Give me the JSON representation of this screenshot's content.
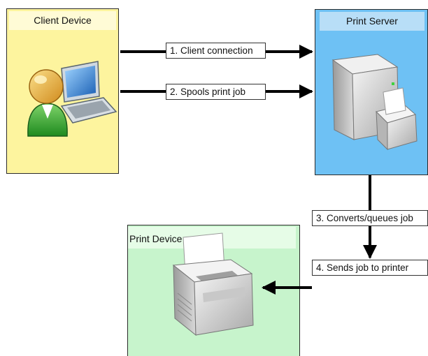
{
  "nodes": {
    "client": {
      "title": "Client Device",
      "icon": "user-laptop-icon",
      "fill": "#fdf49e"
    },
    "server": {
      "title": "Print Server",
      "icon": "server-printer-icon",
      "fill": "#6ec1f4"
    },
    "device": {
      "title": "Print Device",
      "icon": "printer-icon",
      "fill": "#c7f4cc"
    }
  },
  "steps": [
    {
      "label": "1. Client connection",
      "from": "client",
      "to": "server"
    },
    {
      "label": "2. Spools print job",
      "from": "client",
      "to": "server"
    },
    {
      "label": "3. Converts/queues job",
      "from": "server",
      "to": "server"
    },
    {
      "label": "4. Sends job to printer",
      "from": "server",
      "to": "device"
    }
  ]
}
